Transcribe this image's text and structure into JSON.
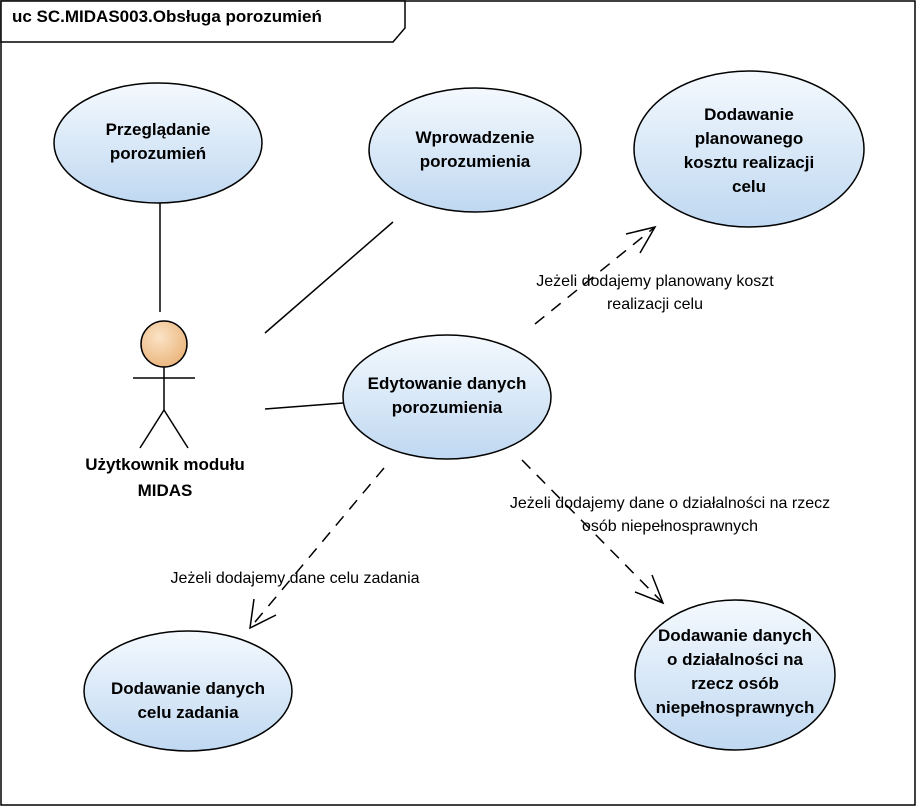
{
  "frame": {
    "title": "uc SC.MIDAS003.Obsługa porozumień"
  },
  "actor": {
    "label": "Użytkownik modułu\nMIDAS"
  },
  "use_cases": {
    "przegladanie": "Przeglądanie\nporozumień",
    "wprowadzenie": "Wprowadzenie\nporozumienia",
    "koszt": "Dodawanie\nplanowanego\nkosztu realizacji\ncelu",
    "edytowanie": "Edytowanie danych\nporozumienia",
    "cel_zadania": "Dodawanie danych\ncelu zadania",
    "dzialalnosc": "Dodawanie danych\no działalności na\nrzecz osób\nniepełnosprawnych"
  },
  "edge_labels": {
    "koszt": "Jeżeli dodajemy planowany koszt\nrealizacji celu",
    "dzialalnosc": "Jeżeli dodajemy dane o działalności na rzecz\nosób niepełnosprawnych",
    "cel_zadania": "Jeżeli dodajemy dane celu zadania"
  },
  "colors": {
    "usecase_fill_top": "#f2f7fd",
    "usecase_fill_bottom": "#c3dcf3",
    "actor_head": "#f5cc9a",
    "stroke": "#000000"
  }
}
